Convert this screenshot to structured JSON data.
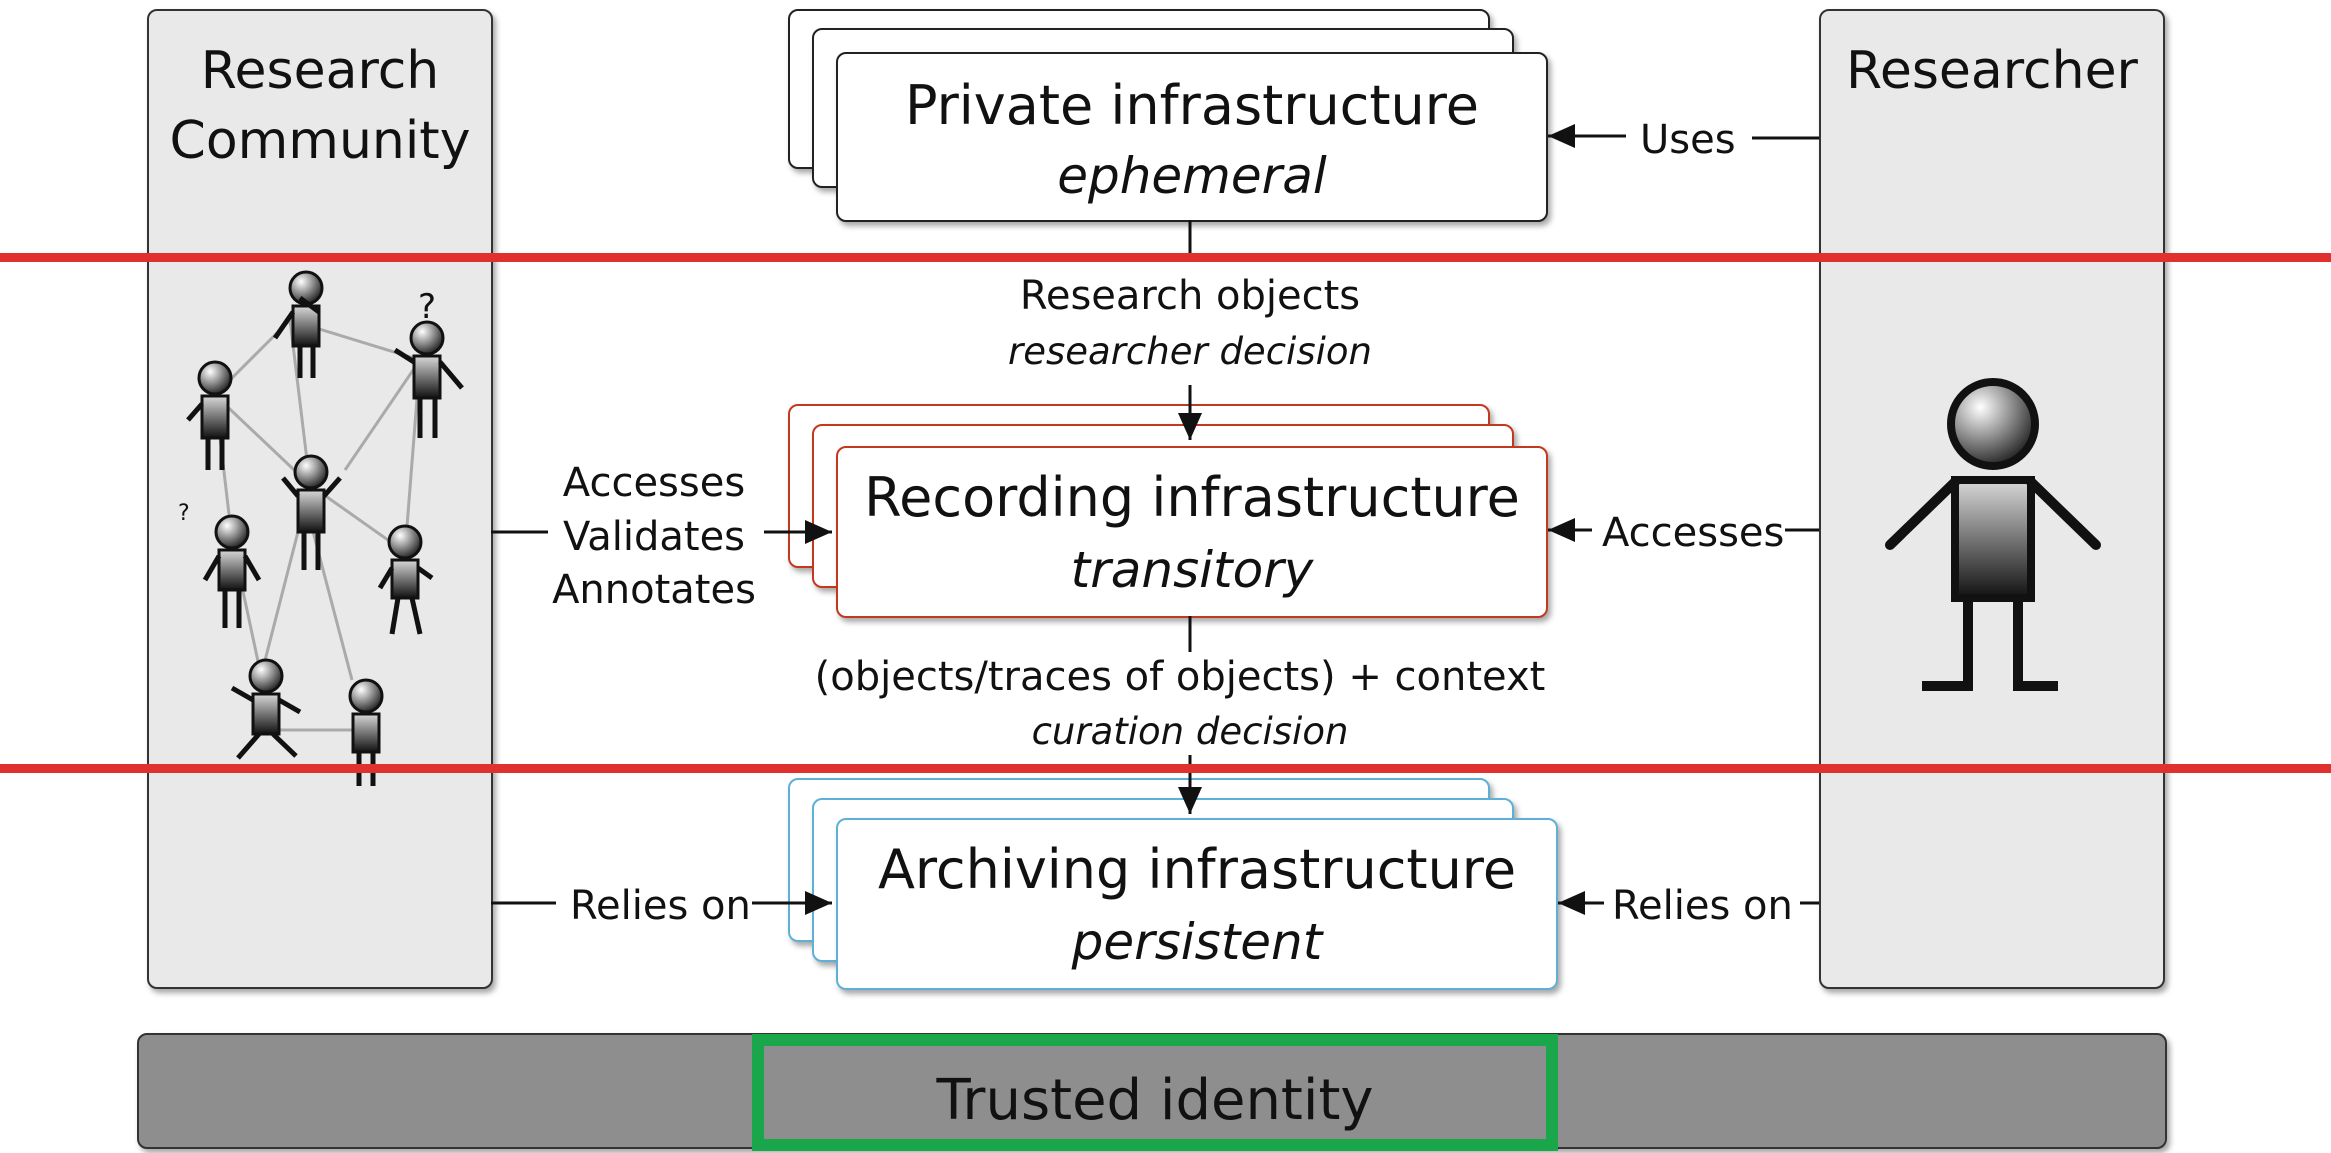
{
  "columns": {
    "left_title_line1": "Research",
    "left_title_line2": "Community",
    "right_title": "Researcher"
  },
  "layers": {
    "private": {
      "title": "Private infrastructure",
      "subtitle": "ephemeral"
    },
    "recording": {
      "title": "Recording infrastructure",
      "subtitle": "transitory"
    },
    "archiving": {
      "title": "Archiving infrastructure",
      "subtitle": "persistent"
    }
  },
  "flows": {
    "research_objects": "Research objects",
    "researcher_decision": "researcher decision",
    "objects_context": "(objects/traces of objects) + context",
    "curation_decision": "curation decision"
  },
  "edges": {
    "uses": "Uses",
    "accesses_right": "Accesses",
    "relies_on_right": "Relies on",
    "relies_on_left": "Relies on",
    "community_line1": "Accesses",
    "community_line2": "Validates",
    "community_line3": "Annotates"
  },
  "footer": {
    "trusted_identity": "Trusted identity"
  },
  "colors": {
    "band_line": "#e0312e",
    "recording_border": "#c2391e",
    "archiving_border": "#5fb0d6",
    "trusted_highlight": "#1aa64a"
  }
}
